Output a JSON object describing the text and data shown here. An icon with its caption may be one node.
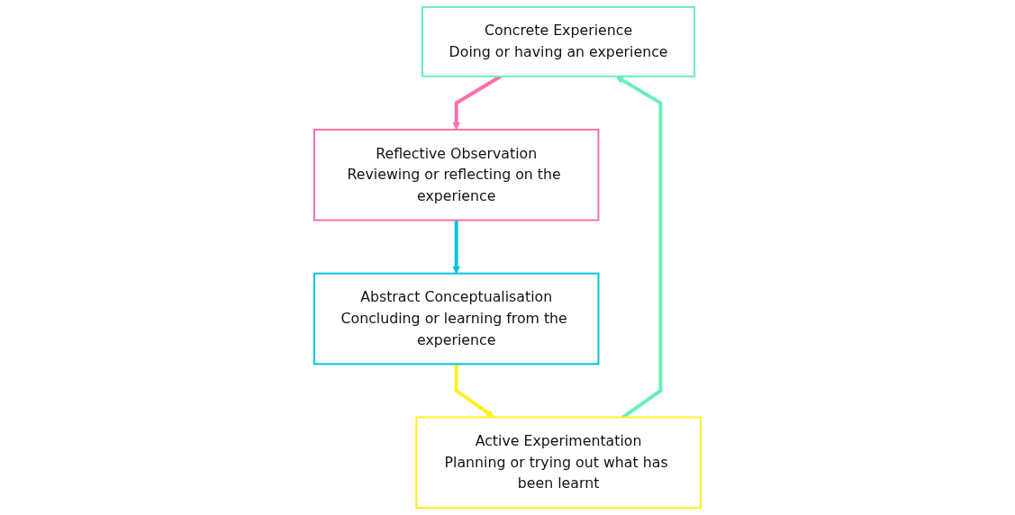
{
  "diagram": {
    "nodes": [
      {
        "text": [
          "Concrete Experience",
          "Doing or having an experience"
        ]
      },
      {
        "text": [
          "Reflective Observation",
          "Reviewing or reflecting on the experience"
        ]
      },
      {
        "text": [
          "Abstract Conceptualisation",
          "Concluding or learning from the experience"
        ]
      },
      {
        "text": [
          "Active Experimentation",
          "Planning or trying out what has been learnt"
        ]
      }
    ],
    "edges": [
      {
        "from": 0,
        "to": 1,
        "arrow": "to",
        "color": "#ff6fa8"
      },
      {
        "from": 1,
        "to": 2,
        "arrow": "to",
        "color": "#00c4de"
      },
      {
        "from": 2,
        "to": 3,
        "arrow": "to",
        "color": "#fff01e"
      },
      {
        "from": 3,
        "to": 0,
        "arrow": "to",
        "color": "#66f0b6"
      }
    ]
  }
}
